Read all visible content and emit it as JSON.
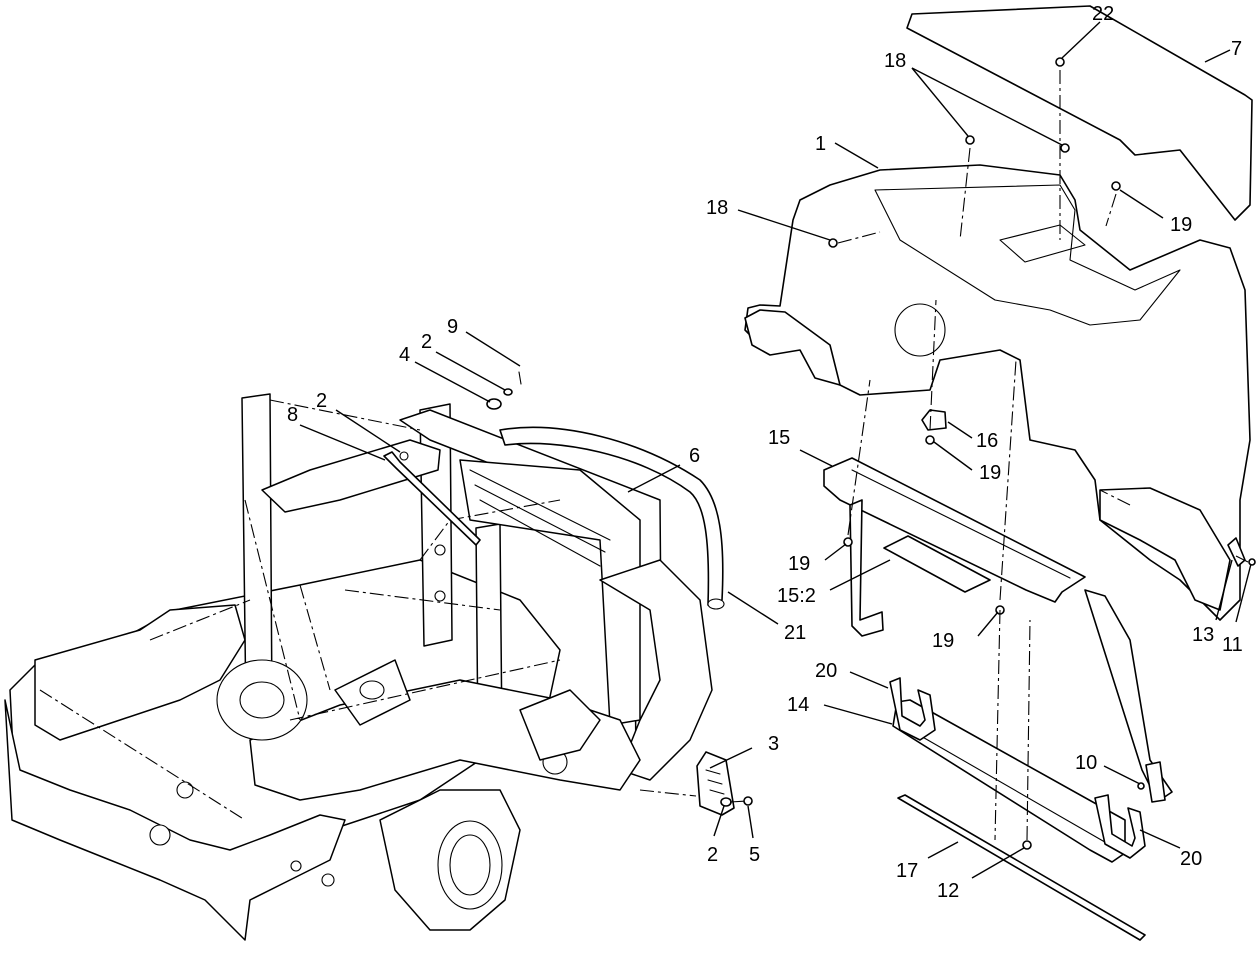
{
  "callouts": [
    {
      "id": "c22",
      "text": "22"
    },
    {
      "id": "c7",
      "text": "7"
    },
    {
      "id": "c18a",
      "text": "18"
    },
    {
      "id": "c1",
      "text": "1"
    },
    {
      "id": "c18b",
      "text": "18"
    },
    {
      "id": "c19a",
      "text": "19"
    },
    {
      "id": "c9",
      "text": "9"
    },
    {
      "id": "c2a",
      "text": "2"
    },
    {
      "id": "c4",
      "text": "4"
    },
    {
      "id": "c2b",
      "text": "2"
    },
    {
      "id": "c8",
      "text": "8"
    },
    {
      "id": "c6",
      "text": "6"
    },
    {
      "id": "c15",
      "text": "15"
    },
    {
      "id": "c16",
      "text": "16"
    },
    {
      "id": "c19b",
      "text": "19"
    },
    {
      "id": "c19c",
      "text": "19"
    },
    {
      "id": "c15_2",
      "text": "15:2"
    },
    {
      "id": "c21",
      "text": "21"
    },
    {
      "id": "c19d",
      "text": "19"
    },
    {
      "id": "c13",
      "text": "13"
    },
    {
      "id": "c11",
      "text": "11"
    },
    {
      "id": "c20a",
      "text": "20"
    },
    {
      "id": "c14",
      "text": "14"
    },
    {
      "id": "c3",
      "text": "3"
    },
    {
      "id": "c10",
      "text": "10"
    },
    {
      "id": "c2c",
      "text": "2"
    },
    {
      "id": "c5",
      "text": "5"
    },
    {
      "id": "c17",
      "text": "17"
    },
    {
      "id": "c12",
      "text": "12"
    },
    {
      "id": "c20b",
      "text": "20"
    }
  ]
}
